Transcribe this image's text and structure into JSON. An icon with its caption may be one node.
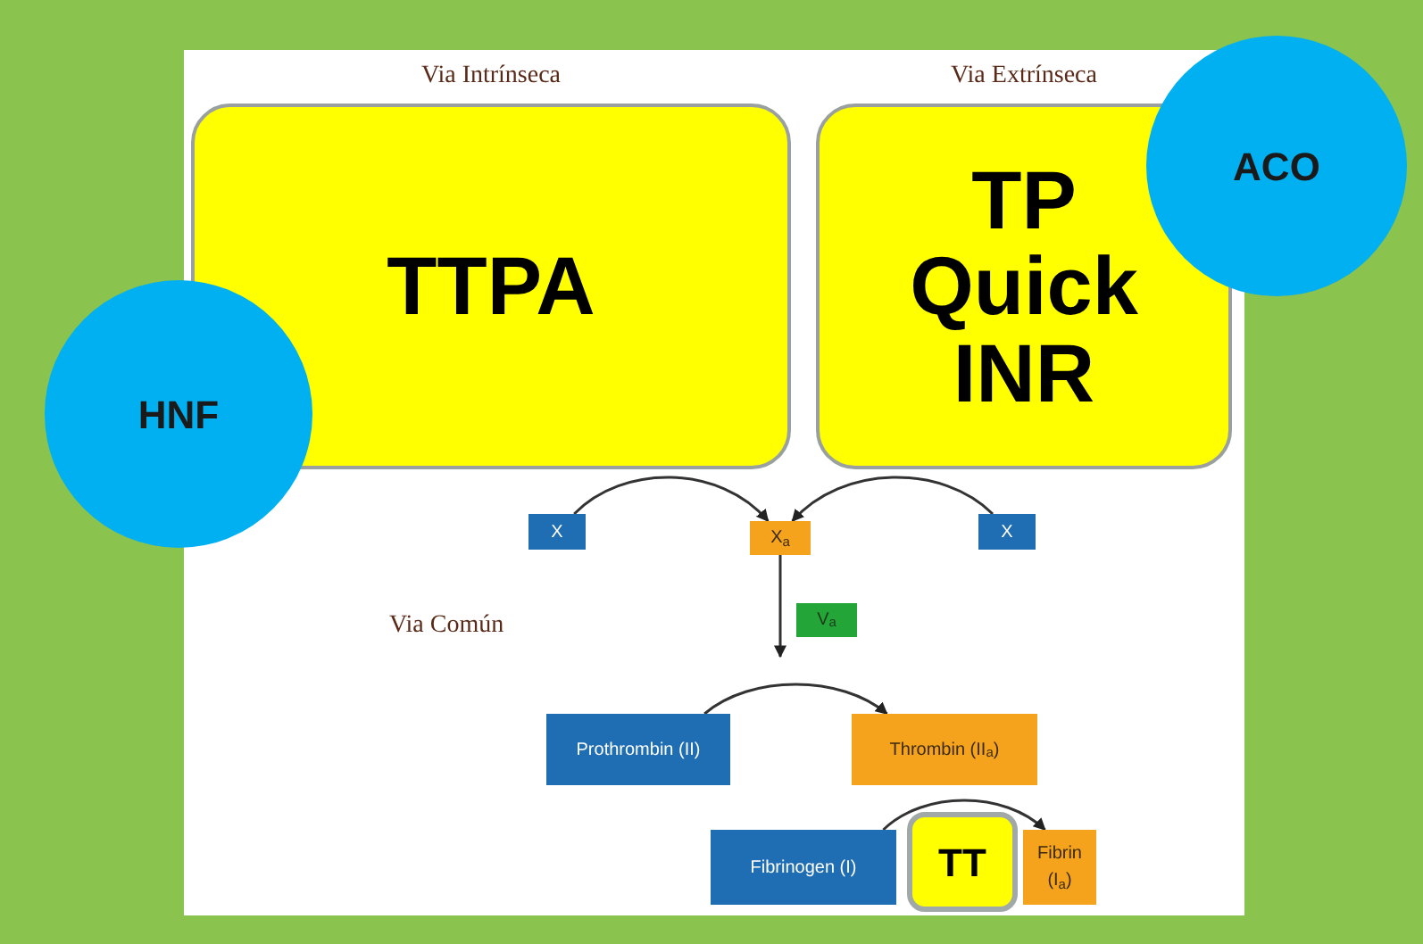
{
  "diagram": {
    "nodes": [
      {
        "text": [
          "Via Intrínseca",
          "TTPA"
        ]
      },
      {
        "text": [
          "Via Extrínseca",
          "TP Quick INR"
        ]
      },
      {
        "text": [
          "HNF"
        ]
      },
      {
        "text": [
          "ACO"
        ]
      },
      {
        "text": [
          "X"
        ]
      },
      {
        "text": [
          "X$_{a}$"
        ]
      },
      {
        "text": [
          "X"
        ]
      },
      {
        "text": [
          "Prothrombin (II)"
        ]
      },
      {
        "text": [
          "Thrombin (II$_{a}$)"
        ]
      },
      {
        "text": [
          "Fibrinogen (I)"
        ]
      },
      {
        "text": [
          "TT"
        ]
      },
      {
        "text": [
          "Fibrin (I$_{a}$)"
        ]
      }
    ],
    "edges": [
      {
        "from": 4,
        "to": 5,
        "arrow": "to"
      },
      {
        "from": 6,
        "to": 5,
        "arrow": "to"
      },
      {
        "from": 5,
        "to": null,
        "arrow": "to",
        "label": "V$_{a}$"
      },
      {
        "from": 7,
        "to": 8,
        "arrow": "to"
      },
      {
        "from": 9,
        "to": 11,
        "arrow": "to"
      }
    ],
    "labels": [
      "Via Común"
    ]
  }
}
